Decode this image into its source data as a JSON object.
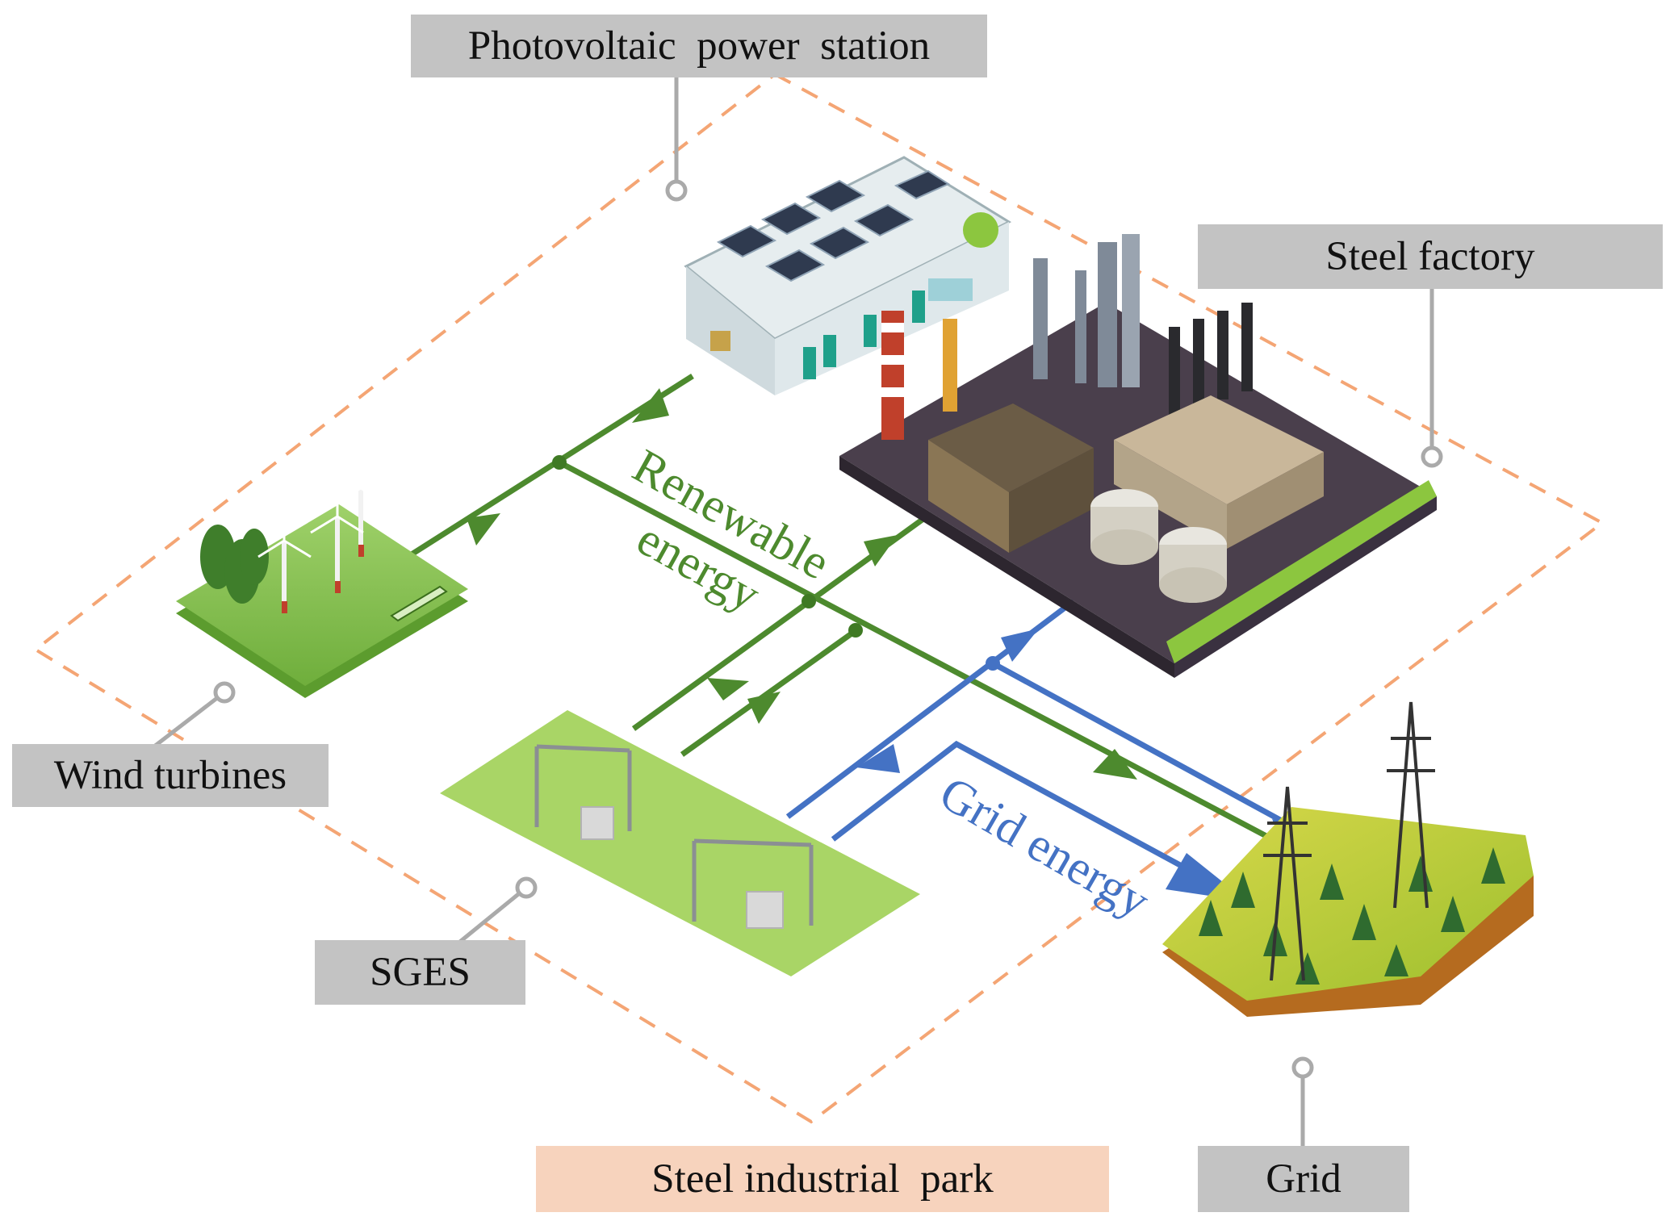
{
  "labels": {
    "photovoltaic": "Photovoltaic  power  station",
    "steel_factory": "Steel factory",
    "wind_turbines": "Wind turbines",
    "sges": "SGES",
    "steel_park": "Steel industrial  park",
    "grid": "Grid"
  },
  "flows": {
    "renewable_line1": "Renewable",
    "renewable_line2": "energy",
    "grid_energy": "Grid energy"
  },
  "colors": {
    "renewable": "#4d8a2e",
    "grid": "#4472c4",
    "park_border": "#f4a574",
    "label_gray": "#c3c3c3",
    "label_peach": "#f7d3bd"
  }
}
